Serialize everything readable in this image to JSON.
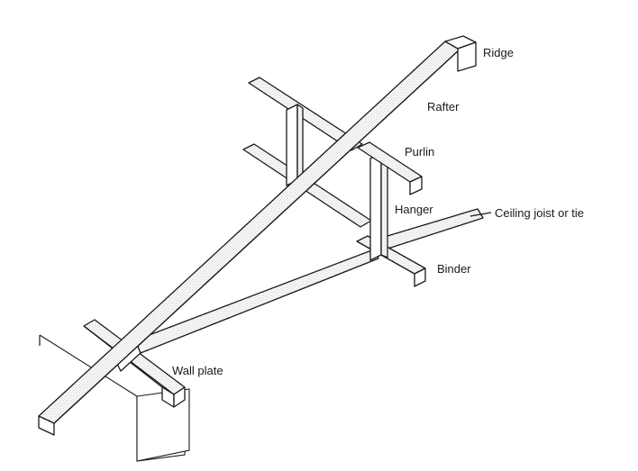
{
  "labels": {
    "ridge": "Ridge",
    "rafter": "Rafter",
    "purlin": "Purlin",
    "hanger": "Hanger",
    "ceiling_joist": "Ceiling joist or tie",
    "binder": "Binder",
    "wall_plate": "Wall plate"
  }
}
